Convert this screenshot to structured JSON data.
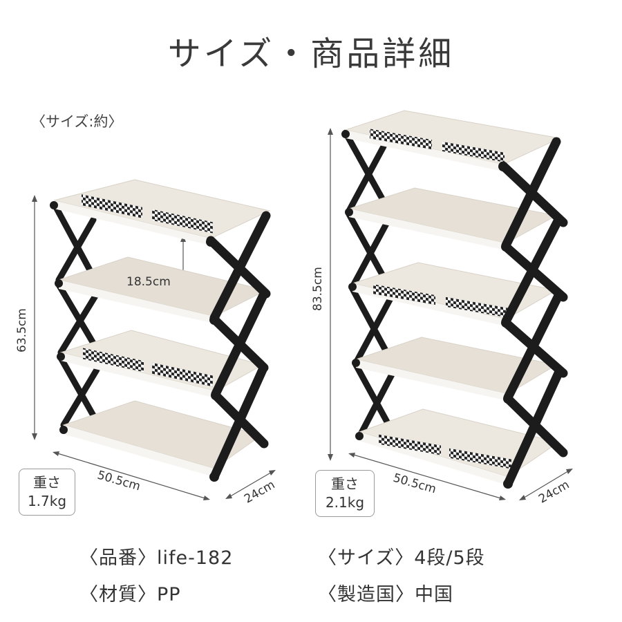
{
  "title": "サイズ・商品詳細",
  "size_note": "〈サイズ:約〉",
  "rack4": {
    "height": "63.5cm",
    "shelf_gap": "18.5cm",
    "width": "50.5cm",
    "depth": "24cm",
    "weight_label": "重さ",
    "weight_value": "1.7kg"
  },
  "rack5": {
    "height": "83.5cm",
    "width": "50.5cm",
    "depth": "24cm",
    "weight_label": "重さ",
    "weight_value": "2.1kg"
  },
  "specs": {
    "model": "〈品番〉life-182",
    "material": "〈材質〉PP",
    "tiers": "〈サイズ〉4段/5段",
    "origin": "〈製造国〉中国"
  },
  "colors": {
    "frame": "#1c1c1c",
    "shelf": "#ece7df",
    "shelf_edge": "#f7f5f1",
    "checker": "#222222"
  }
}
